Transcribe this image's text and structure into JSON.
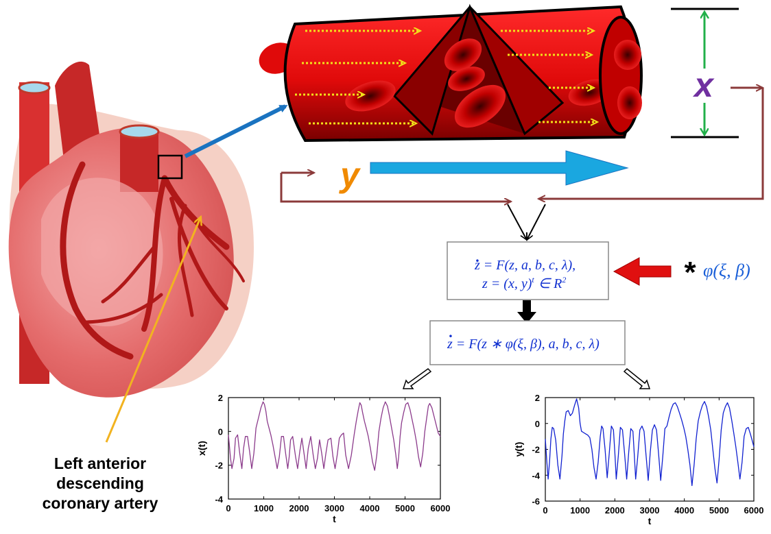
{
  "artery_label": "Left anterior descending coronary artery",
  "artery_label_lines": [
    "Left anterior",
    "descending",
    "coronary artery"
  ],
  "var_x": "x",
  "var_y": "y",
  "equation_box_1": {
    "line1_dot": ".",
    "line1": "z = F(z, a, b, c, λ),",
    "line2": "z = (x, y)",
    "line2_sup": "t",
    "line2_tail": "∈ R",
    "line2_tail_sup": "2"
  },
  "perturbation": {
    "star": "*",
    "label": "φ(ξ, β)"
  },
  "equation_box_2": {
    "dot": ".",
    "text": "z = F(z ∗ φ(ξ, β), a, b, c, λ)"
  },
  "colors": {
    "artery_red": "#e81010",
    "blood_cell": "#c00000",
    "feedback_arrow": "#8b3a3a",
    "blue_arrow": "#1aa7e0",
    "heart_pink": "#e46b6b",
    "x_color": "#7030a0",
    "y_color": "#f08a00",
    "green_arrow": "#22b04a",
    "equation_text": "#1030d0",
    "series_x": "#8b3a8b",
    "series_y": "#1020d0"
  },
  "chart_data": [
    {
      "type": "line",
      "xlabel": "t",
      "ylabel": "x(t)",
      "xlim": [
        0,
        6000
      ],
      "ylim": [
        -4,
        2
      ],
      "xticks": [
        "0",
        "1000",
        "2000",
        "3000",
        "4000",
        "5000",
        "6000"
      ],
      "yticks": [
        "2",
        "0",
        "-2",
        "-4"
      ],
      "x": [
        0,
        60,
        100,
        160,
        200,
        260,
        320,
        380,
        430,
        480,
        540,
        600,
        660,
        720,
        780,
        850,
        920,
        980,
        1020,
        1060,
        1100,
        1150,
        1200,
        1260,
        1320,
        1380,
        1440,
        1500,
        1560,
        1620,
        1680,
        1720,
        1760,
        1820,
        1900,
        1960,
        2020,
        2080,
        2140,
        2200,
        2260,
        2330,
        2400,
        2460,
        2520,
        2580,
        2640,
        2700,
        2760,
        2820,
        2900,
        2960,
        3020,
        3080,
        3140,
        3200,
        3260,
        3320,
        3400,
        3480,
        3560,
        3620,
        3680,
        3720,
        3760,
        3800,
        3850,
        3900,
        3960,
        4020,
        4080,
        4140,
        4200,
        4260,
        4320,
        4380,
        4440,
        4500,
        4560,
        4620,
        4680,
        4740,
        4780,
        4820,
        4860,
        4900,
        4960,
        5020,
        5080,
        5140,
        5200,
        5260,
        5320,
        5380,
        5440,
        5500,
        5560,
        5620,
        5660,
        5700,
        5760,
        5820,
        5880,
        5940,
        6000
      ],
      "y": [
        -0.2,
        -1.6,
        -2.2,
        -1.6,
        -0.4,
        -0.2,
        -1.3,
        -2.2,
        -1.0,
        -0.3,
        -0.3,
        -1.2,
        -2.2,
        -1.3,
        0.2,
        0.8,
        1.4,
        1.75,
        1.6,
        1.2,
        0.6,
        0.2,
        -0.2,
        -0.8,
        -1.5,
        -2.2,
        -1.5,
        -0.3,
        -0.3,
        -1.3,
        -2.2,
        -1.5,
        -0.5,
        -0.3,
        -1.5,
        -2.2,
        -1.2,
        -0.4,
        -1.3,
        -2.2,
        -1.0,
        -0.3,
        -1.4,
        -2.2,
        -1.6,
        -0.5,
        -1.3,
        -2.2,
        -1.3,
        -0.5,
        -0.4,
        -1.5,
        -2.2,
        -1.4,
        -0.4,
        -0.2,
        -0.1,
        -1.4,
        -2.2,
        -1.4,
        -0.2,
        0.6,
        1.3,
        1.7,
        1.55,
        1.1,
        0.6,
        0.2,
        -0.3,
        -1.0,
        -1.8,
        -2.3,
        -1.4,
        0.0,
        0.8,
        1.4,
        1.75,
        1.5,
        0.9,
        0.2,
        -0.5,
        -1.4,
        -2.2,
        -1.5,
        -0.3,
        0.5,
        1.1,
        1.6,
        1.7,
        1.3,
        0.7,
        0.1,
        -0.6,
        -1.5,
        -2.1,
        -1.3,
        0.0,
        0.9,
        1.5,
        1.65,
        1.4,
        0.9,
        0.4,
        -0.1,
        -0.3
      ]
    },
    {
      "type": "line",
      "xlabel": "t",
      "ylabel": "y(t)",
      "xlim": [
        0,
        6000
      ],
      "ylim": [
        -6,
        2
      ],
      "xticks": [
        "0",
        "1000",
        "2000",
        "3000",
        "4000",
        "5000",
        "6000"
      ],
      "yticks": [
        "2",
        "0",
        "-2",
        "-4",
        "-6"
      ],
      "x": [
        0,
        40,
        80,
        120,
        160,
        200,
        240,
        300,
        360,
        420,
        480,
        520,
        560,
        600,
        660,
        720,
        780,
        840,
        900,
        960,
        1000,
        1040,
        1100,
        1160,
        1220,
        1280,
        1340,
        1400,
        1460,
        1520,
        1580,
        1620,
        1660,
        1720,
        1780,
        1840,
        1900,
        1960,
        2000,
        2040,
        2100,
        2160,
        2220,
        2280,
        2340,
        2400,
        2460,
        2520,
        2560,
        2600,
        2660,
        2720,
        2780,
        2840,
        2900,
        2960,
        3020,
        3080,
        3140,
        3200,
        3260,
        3320,
        3380,
        3440,
        3500,
        3560,
        3620,
        3680,
        3740,
        3800,
        3860,
        3920,
        3980,
        4040,
        4100,
        4160,
        4220,
        4280,
        4340,
        4400,
        4460,
        4520,
        4580,
        4640,
        4700,
        4760,
        4820,
        4880,
        4940,
        5000,
        5060,
        5120,
        5180,
        5240,
        5300,
        5360,
        5420,
        5480,
        5540,
        5600,
        5660,
        5720,
        5780,
        5840,
        5900,
        5960,
        6000
      ],
      "y": [
        -1.2,
        -2.8,
        -4.3,
        -3.0,
        -1.2,
        -0.3,
        -0.4,
        -1.3,
        -3.2,
        -4.3,
        -2.5,
        -0.8,
        0.2,
        0.9,
        1.0,
        0.6,
        0.8,
        1.4,
        1.9,
        1.2,
        0.0,
        -0.6,
        -0.7,
        -0.8,
        -0.9,
        -1.1,
        -2.0,
        -3.4,
        -4.3,
        -3.0,
        -1.0,
        -0.2,
        -0.4,
        -2.0,
        -4.2,
        -2.3,
        -0.2,
        -0.5,
        -2.2,
        -4.3,
        -2.5,
        -0.3,
        -0.5,
        -2.3,
        -4.3,
        -2.2,
        -0.4,
        -0.6,
        -2.4,
        -4.3,
        -2.5,
        -0.5,
        -0.2,
        -0.6,
        -2.5,
        -4.4,
        -2.2,
        -0.5,
        -0.1,
        -0.5,
        -2.4,
        -4.4,
        -2.5,
        -0.4,
        -0.2,
        0.5,
        1.1,
        1.5,
        1.6,
        1.3,
        0.8,
        0.3,
        -0.3,
        -1.0,
        -2.0,
        -3.2,
        -4.8,
        -3.2,
        -1.2,
        0.2,
        0.9,
        1.4,
        1.7,
        1.3,
        0.5,
        -0.5,
        -2.0,
        -3.5,
        -4.6,
        -2.8,
        -0.5,
        0.8,
        1.3,
        1.6,
        1.2,
        0.3,
        -0.7,
        -1.8,
        -3.0,
        -4.3,
        -3.0,
        -1.0,
        -0.4,
        -0.3,
        -0.8,
        -1.4,
        -1.8
      ]
    }
  ]
}
